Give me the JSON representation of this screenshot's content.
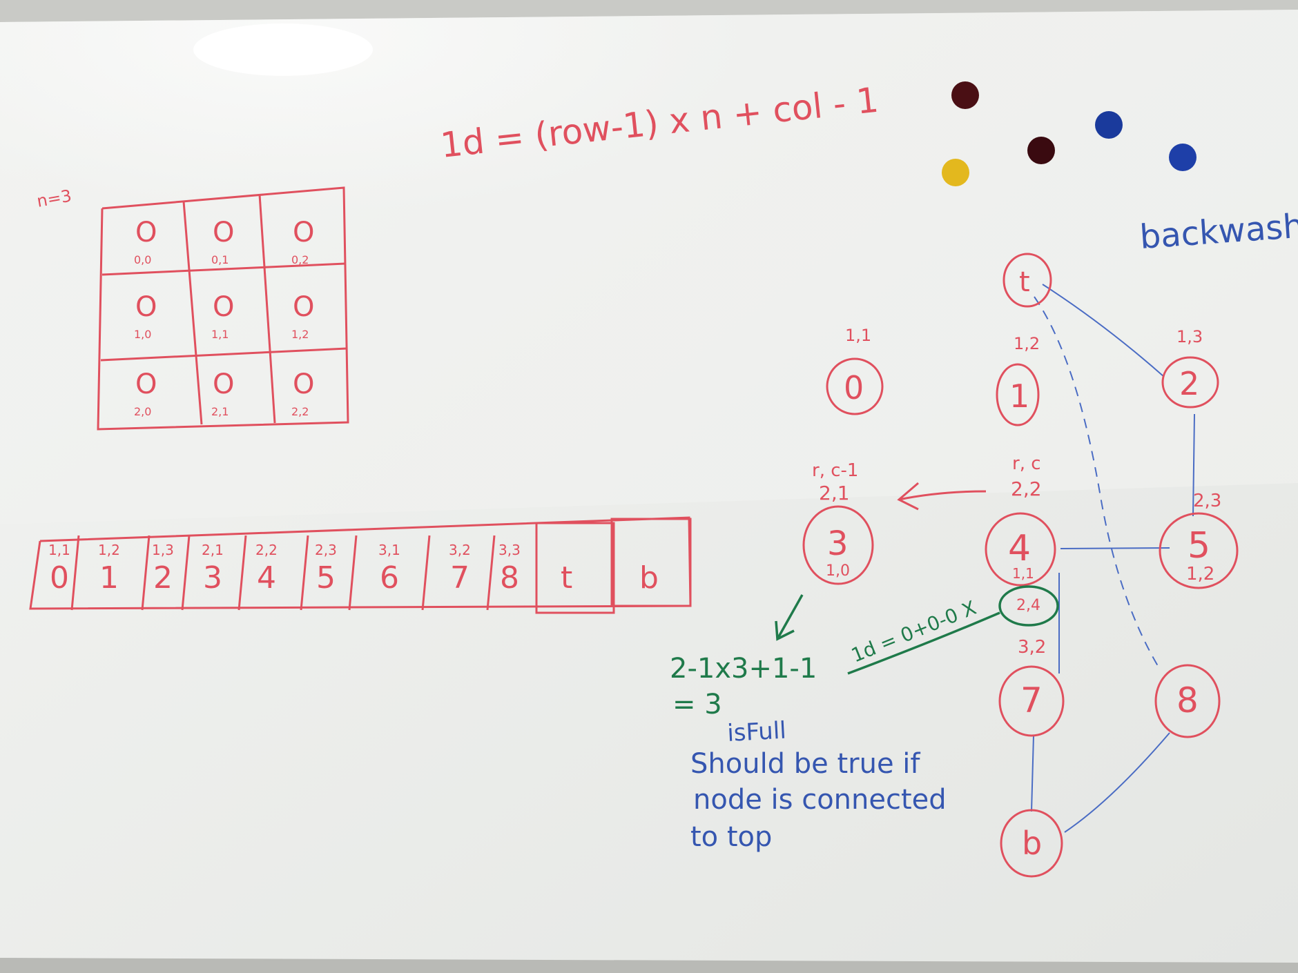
{
  "formula": "1d = (row-1) x n + col - 1",
  "n_label": "n=3",
  "grid": {
    "cells": [
      {
        "value": "O",
        "coord": "0,0"
      },
      {
        "value": "O",
        "coord": "0,1"
      },
      {
        "value": "O",
        "coord": "0,2"
      },
      {
        "value": "O",
        "coord": "1,0"
      },
      {
        "value": "O",
        "coord": "1,1"
      },
      {
        "value": "O",
        "coord": "1,2"
      },
      {
        "value": "O",
        "coord": "2,0"
      },
      {
        "value": "O",
        "coord": "2,1"
      },
      {
        "value": "O",
        "coord": "2,2"
      }
    ]
  },
  "array": {
    "cells": [
      {
        "value": "0",
        "coord": "1,1"
      },
      {
        "value": "1",
        "coord": "1,2"
      },
      {
        "value": "2",
        "coord": "1,3"
      },
      {
        "value": "3",
        "coord": "2,1"
      },
      {
        "value": "4",
        "coord": "2,2"
      },
      {
        "value": "5",
        "coord": "2,3"
      },
      {
        "value": "6",
        "coord": "3,1"
      },
      {
        "value": "7",
        "coord": "3,2"
      },
      {
        "value": "8",
        "coord": "3,3"
      },
      {
        "value": "t",
        "coord": ""
      },
      {
        "value": "b",
        "coord": ""
      }
    ]
  },
  "backwash_label": "backwash",
  "nodes": {
    "t": "t",
    "n0": {
      "value": "0",
      "label": "1,1"
    },
    "n1": {
      "value": "1",
      "label": "1,2"
    },
    "n2": {
      "value": "2",
      "label": "1,3"
    },
    "n3": {
      "value": "3",
      "label_top": "r, c-1",
      "label": "2,1",
      "sub": "1,0"
    },
    "n4": {
      "value": "4",
      "label_top": "r, c",
      "label": "2,2",
      "sub": "1,1"
    },
    "n5": {
      "value": "5",
      "label": "2,3",
      "sub": "1,2"
    },
    "n24": "2,4",
    "n7": {
      "value": "7",
      "label": "3,2"
    },
    "n8": "8",
    "b": "b"
  },
  "calc_line1": "2-1x3+1-1",
  "calc_line2": "= 3",
  "green_note": "1d = 0+0-0 X",
  "isfull_label": "isFull",
  "note_lines": [
    "Should be true if",
    "node is connected",
    "to top"
  ],
  "colors": {
    "marker_red": "#e0505e",
    "marker_green": "#1f7a4a",
    "marker_blue": "#3556b0",
    "magnets": [
      "#4a0f14",
      "#e3b81e",
      "#3a0a10",
      "#1a3a9c",
      "#1e3fa8"
    ]
  }
}
